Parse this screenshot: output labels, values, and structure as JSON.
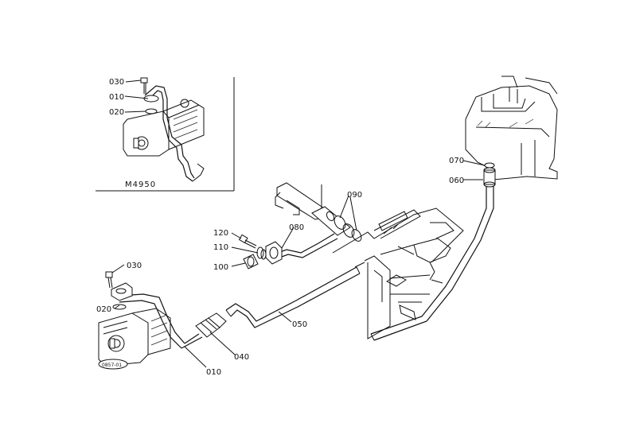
{
  "diagram": {
    "inset": {
      "model_label": "M4950",
      "labels": [
        "030",
        "010",
        "020"
      ]
    },
    "labels": {
      "p030": "030",
      "p020": "020",
      "p010": "010",
      "p040": "040",
      "p050": "050",
      "p060": "060",
      "p070": "070",
      "p080": "080",
      "p090": "090",
      "p100": "100",
      "p110": "110",
      "p120": "120"
    },
    "tag_text": "0857-01"
  }
}
